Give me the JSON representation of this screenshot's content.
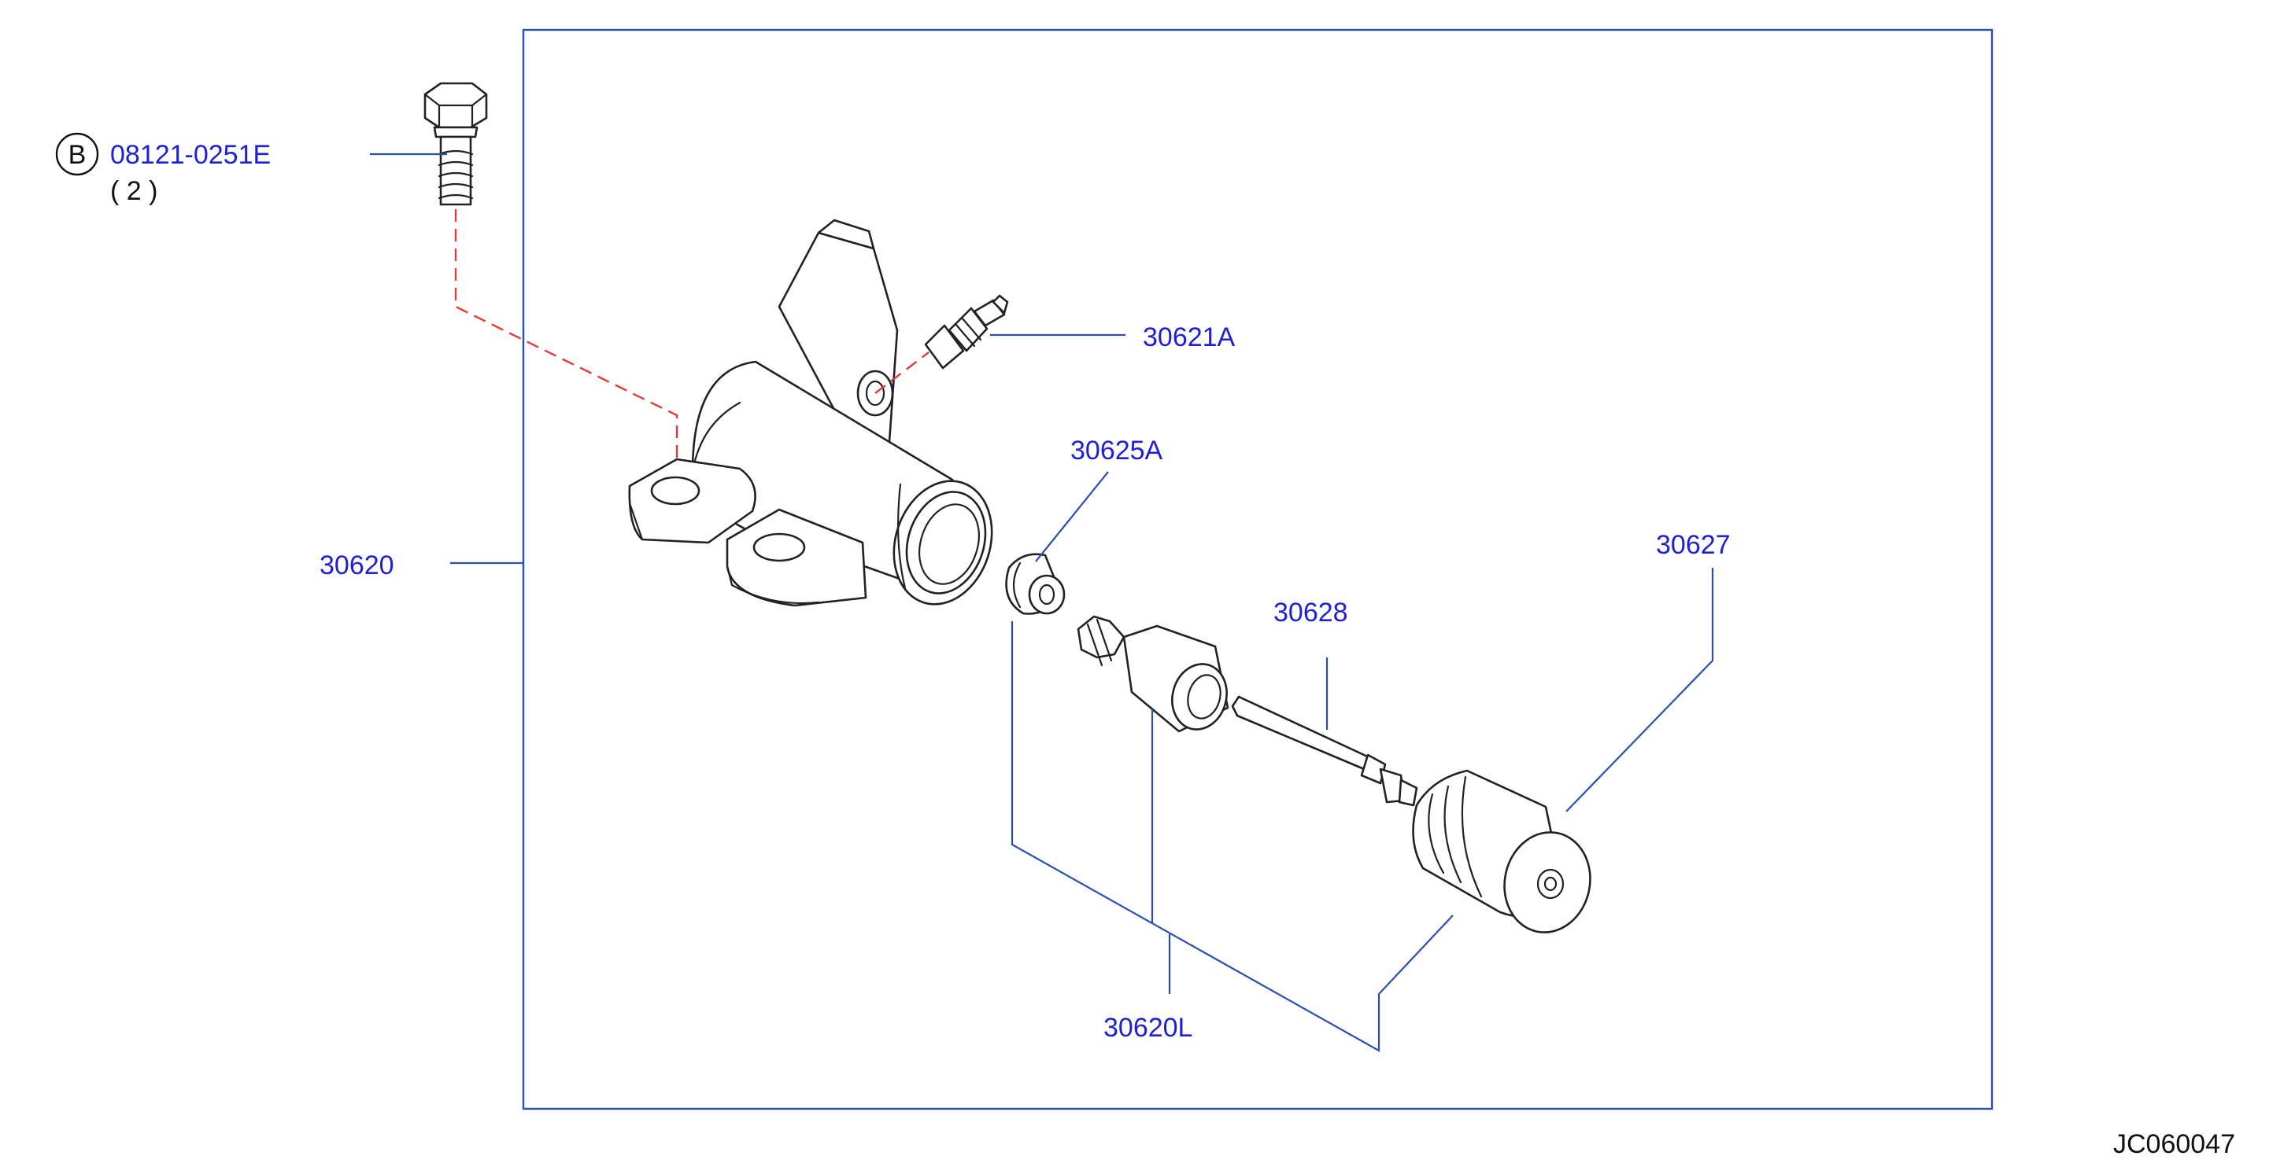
{
  "diagram": {
    "code": "JC060047",
    "colors": {
      "label": "#1f1fd6",
      "leader": "#2a4fb0",
      "hidden_line": "#e23a3a",
      "outline": "#222222"
    },
    "bolt": {
      "prefix": "B",
      "part_number": "08121-0251E",
      "quantity": "( 2 )"
    },
    "labels": {
      "bleeder": "30621A",
      "boot_seal": "30625A",
      "cylinder_body": "30620",
      "push_rod": "30628",
      "dust_boot": "30627",
      "repair_kit": "30620L"
    }
  }
}
